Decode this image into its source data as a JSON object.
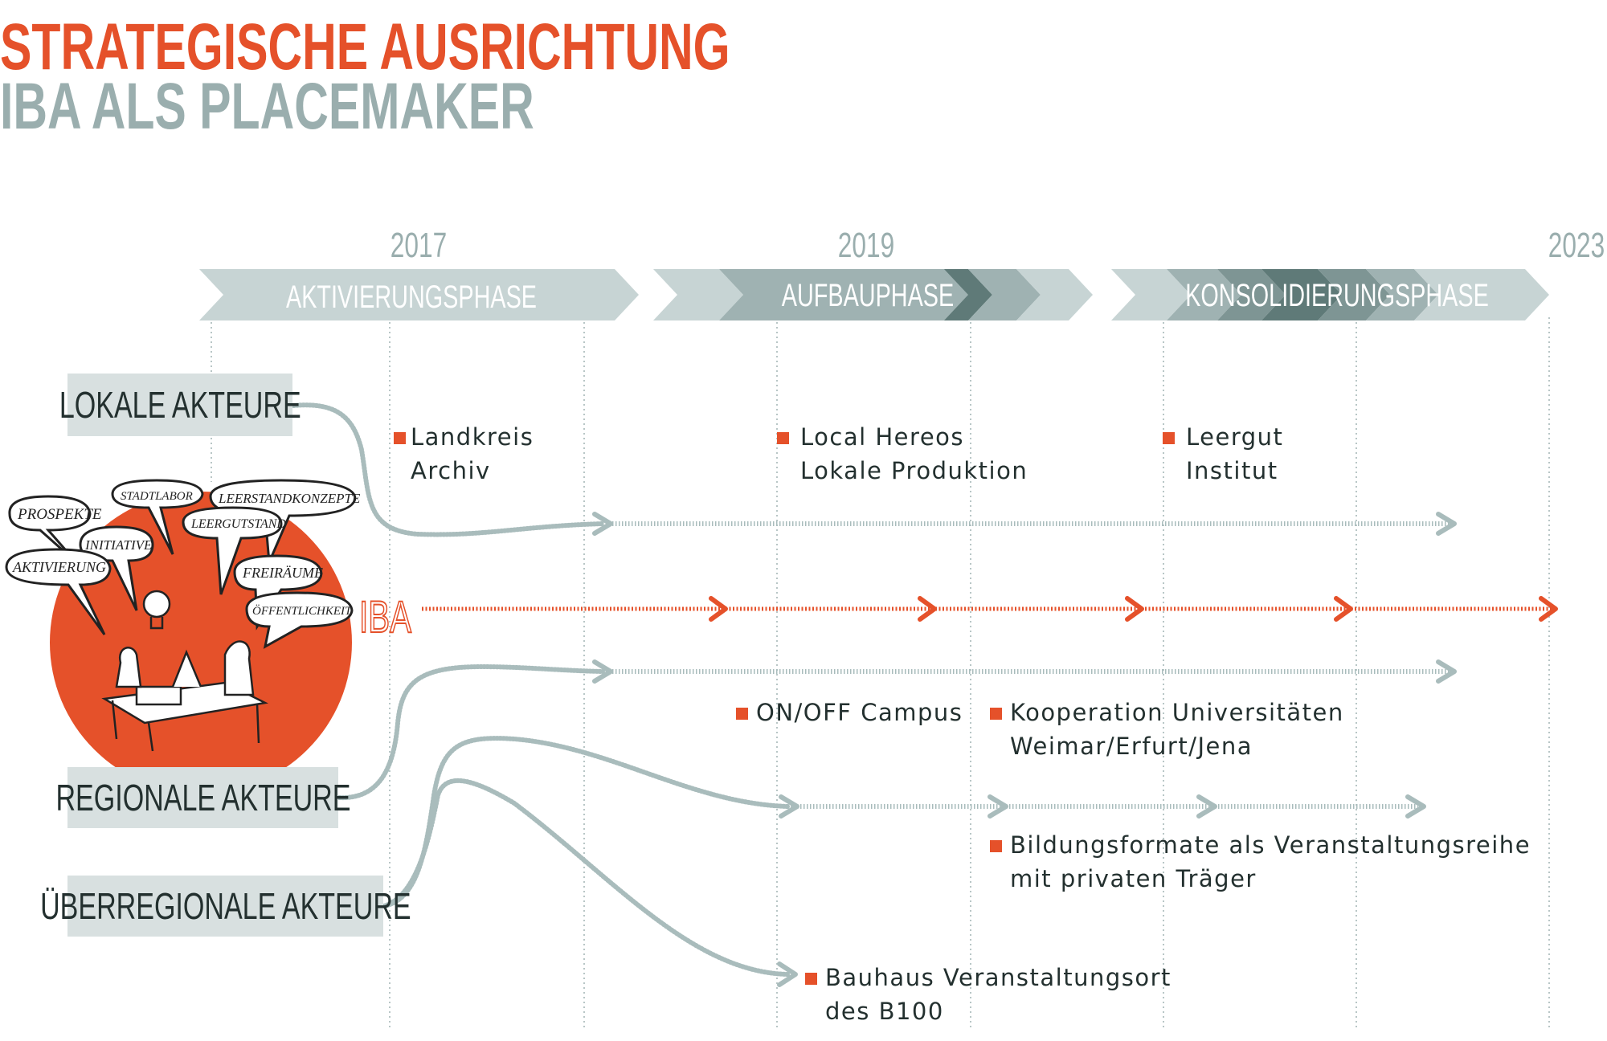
{
  "header": {
    "title": "STRATEGISCHE AUSRICHTUNG",
    "subtitle": "IBA ALS PLACEMAKER"
  },
  "timeline": {
    "years": [
      "2017",
      "2019",
      "2023"
    ],
    "phases": [
      "AKTIVIERUNGSPHASE",
      "AUFBAUPHASE",
      "KONSOLIDIERUNGSPHASE"
    ]
  },
  "actors": {
    "lokal": "LOKALE AKTEURE",
    "regional": "REGIONALE AKTEURE",
    "ueberregional": "ÜBERREGIONALE AKTEURE"
  },
  "iba_label": "IBA",
  "illustration": {
    "bubbles": [
      "PROSPEKTE",
      "STADTLABOR",
      "LEERSTANDKONZEPTE",
      "LEERGUTSTAND",
      "INITIATIVE",
      "AKTIVIERUNG",
      "FREIRÄUME",
      "ÖFFENTLICHKEIT"
    ]
  },
  "projects": {
    "landkreis": [
      "Landkreis",
      "Archiv"
    ],
    "local_hereos": [
      "Local Hereos",
      "Lokale Produktion"
    ],
    "leergut": [
      "Leergut",
      "Institut"
    ],
    "onoff": [
      "ON/OFF Campus"
    ],
    "kooperation": [
      "Kooperation Universitäten",
      "Weimar/Erfurt/Jena"
    ],
    "bildung": [
      "Bildungsformate als Veranstaltungsreihe",
      "mit privaten Träger"
    ],
    "bauhaus": [
      "Bauhaus Veranstaltungsort",
      "des B100"
    ]
  },
  "colors": {
    "accent": "#e5512a",
    "title_grey": "#9aaeae",
    "phase_light": "#c7d4d4",
    "phase_mid": "#9fb2b2",
    "phase_dark": "#5f7a78",
    "box_bg": "#d8e0e0",
    "text": "#23302f"
  }
}
